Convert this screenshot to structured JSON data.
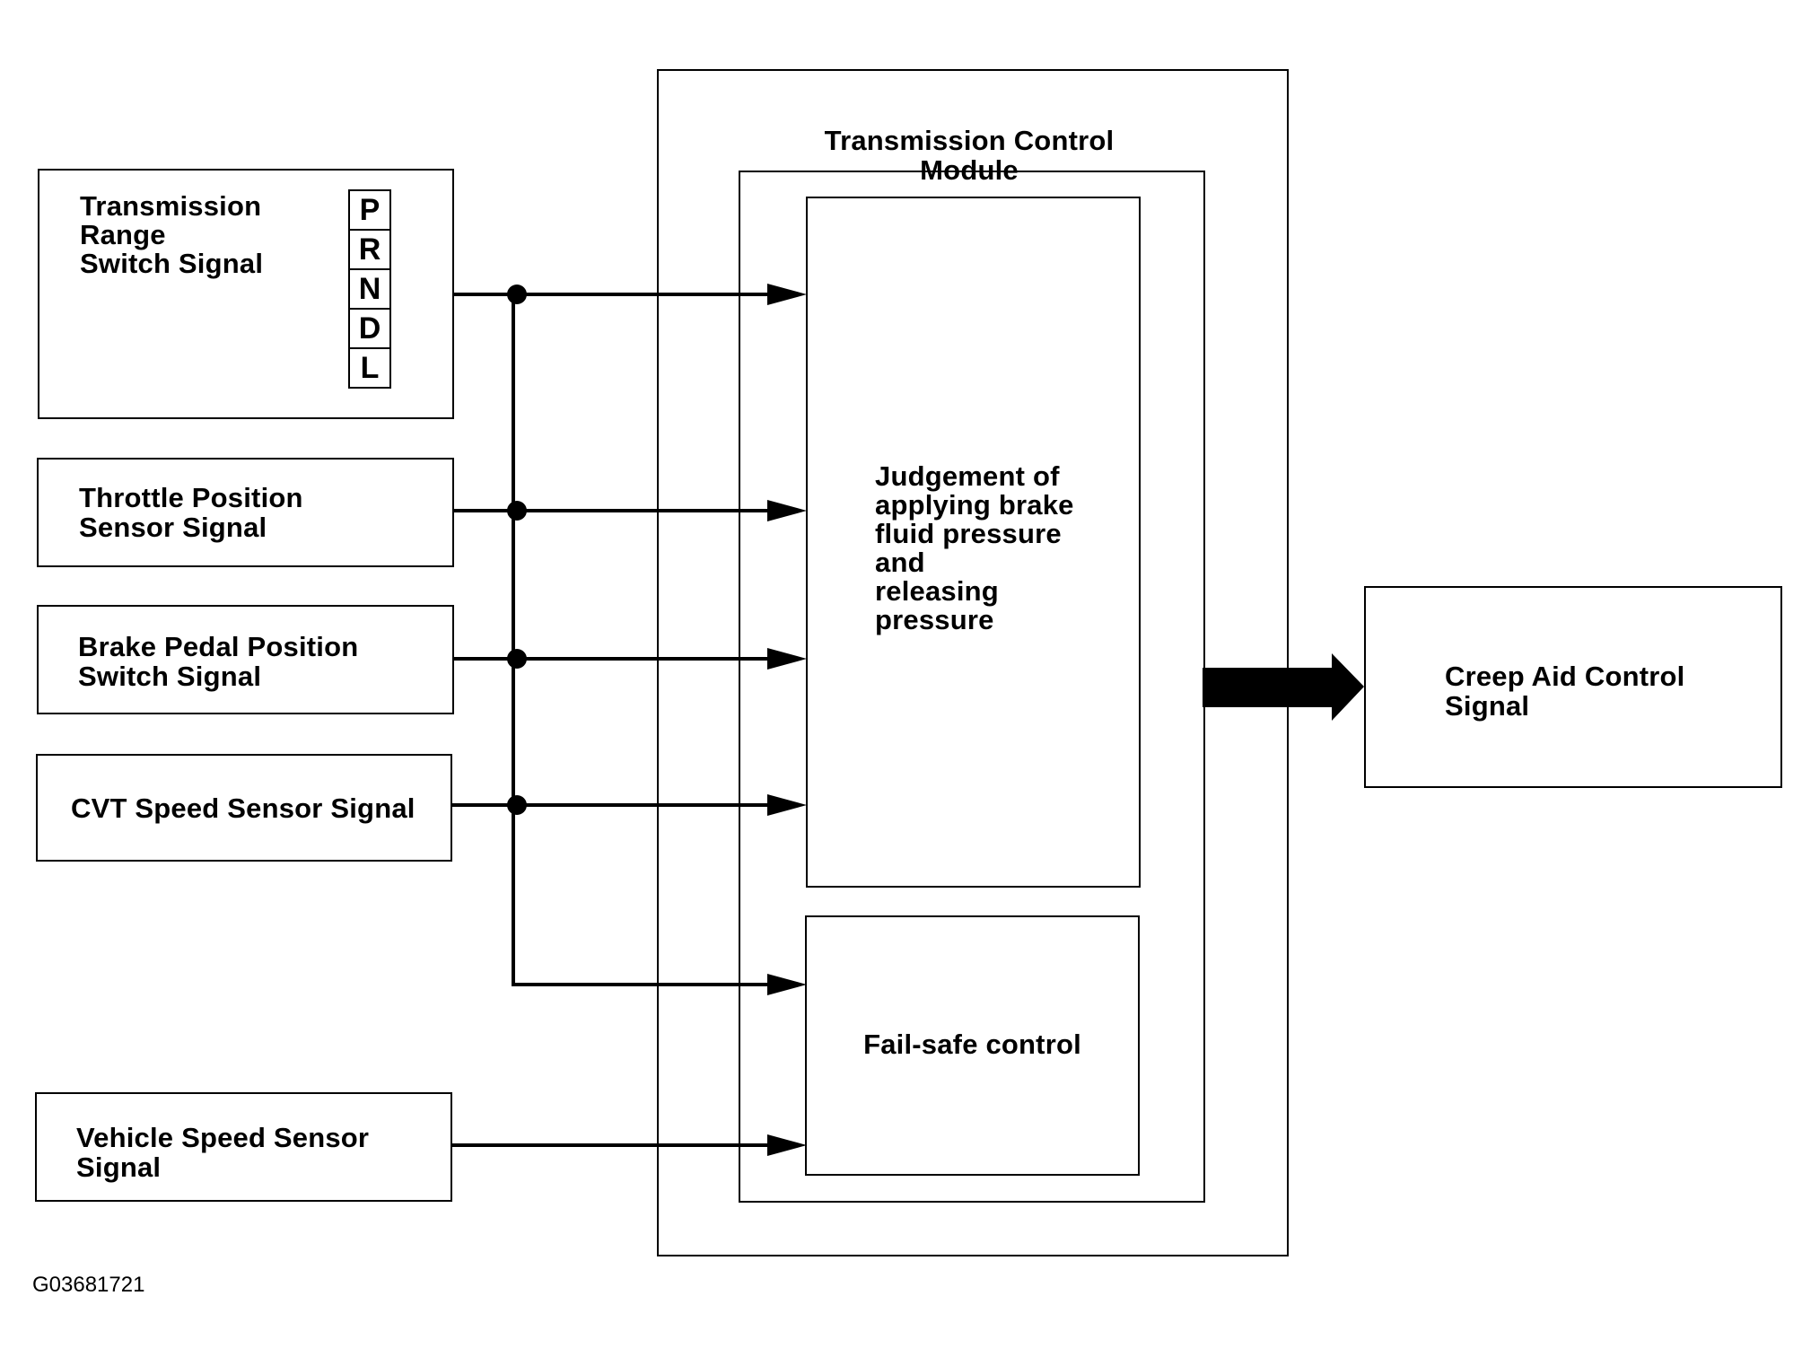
{
  "module": {
    "title": "Transmission Control Module"
  },
  "inputs": {
    "range_switch": "Transmission\nRange\nSwitch Signal",
    "prndl": [
      "P",
      "R",
      "N",
      "D",
      "L"
    ],
    "throttle": "Throttle Position\nSensor Signal",
    "brake": "Brake Pedal Position\nSwitch Signal",
    "cvt": "CVT Speed Sensor Signal",
    "vehicle_speed": "Vehicle Speed Sensor\nSignal"
  },
  "blocks": {
    "judgement": "Judgement of\napplying brake\nfluid pressure\nand\nreleasing\npressure",
    "failsafe": "Fail-safe control"
  },
  "output": {
    "label": "Creep Aid Control\nSignal"
  },
  "figure_id": "G03681721"
}
